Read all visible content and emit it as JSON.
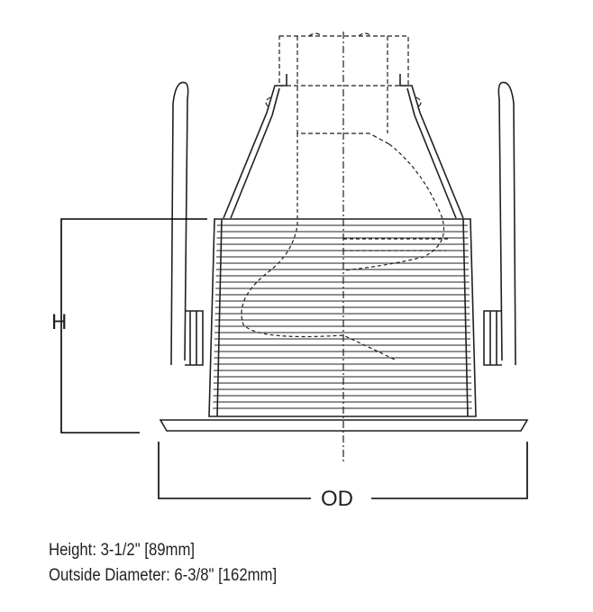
{
  "dimensions": {
    "height_label": "H",
    "diameter_label": "OD"
  },
  "specs": {
    "height": "Height: 3-1/2\" [89mm]",
    "outside_diameter": "Outside Diameter: 6-3/8\" [162mm]"
  }
}
